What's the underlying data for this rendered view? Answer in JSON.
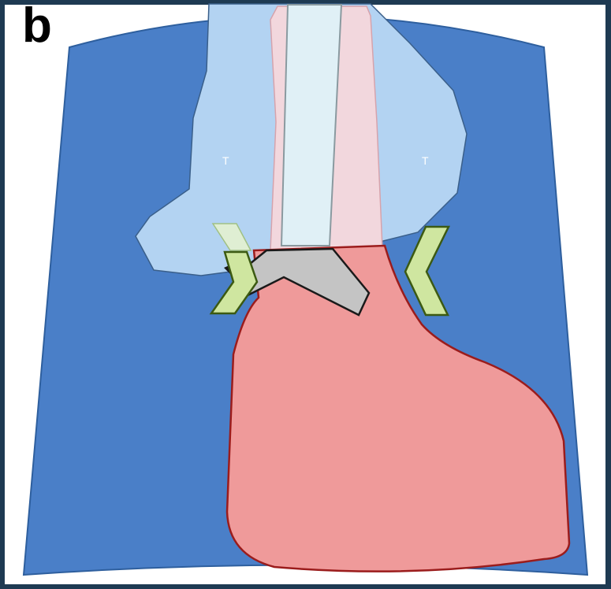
{
  "panel_label": "b",
  "region_labels": {
    "left": "T",
    "right": "T"
  },
  "colors": {
    "frame": "#1e3a52",
    "chest": "#4a7fc8",
    "lung": "#b3d3f2",
    "trachea": "#f2d7dd",
    "trachea_inner": "#e0f0f6",
    "heart": "#ef9a9a",
    "heart_outline": "#9b1c1c",
    "wedge": "#c4c4c4",
    "arrow": "#cfe6a0",
    "arrow_outline": "#3c5a12"
  }
}
